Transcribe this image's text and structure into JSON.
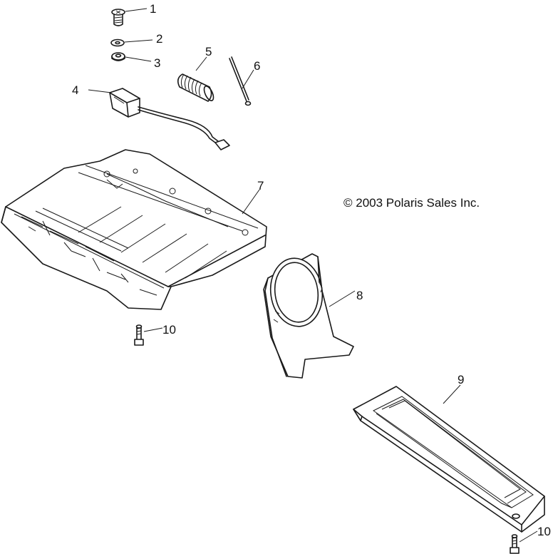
{
  "copyright": "© 2003 Polaris Sales Inc.",
  "callouts": [
    "1",
    "2",
    "3",
    "4",
    "5",
    "6",
    "7",
    "8",
    "9",
    "10",
    "10"
  ]
}
